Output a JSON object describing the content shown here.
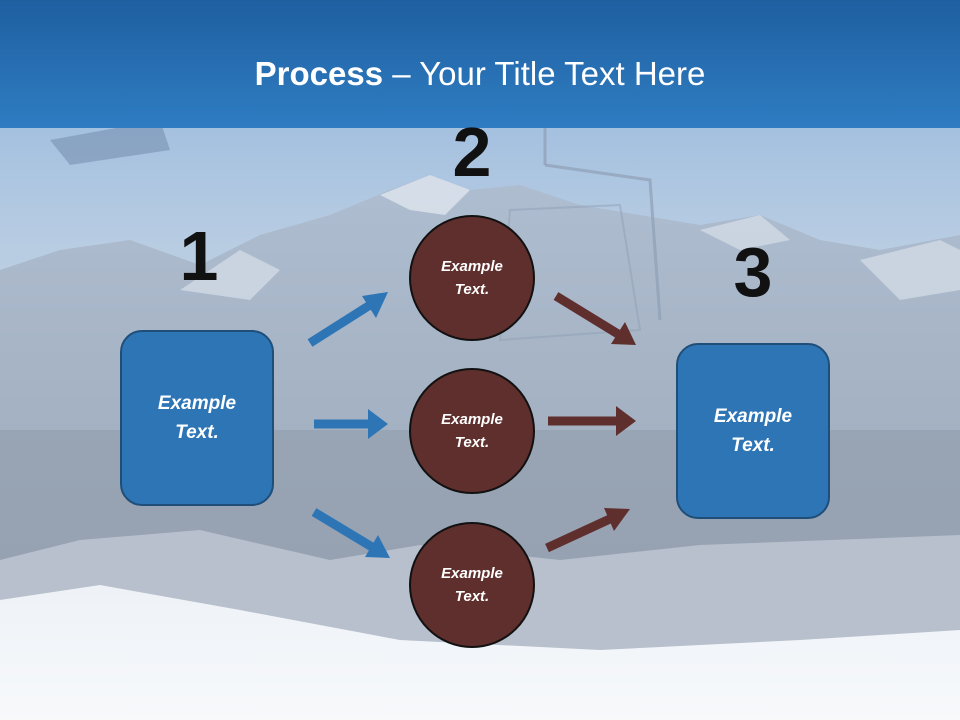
{
  "title": {
    "bold": "Process",
    "rest": " – Your Title Text Here"
  },
  "steps": {
    "one": {
      "number": "1",
      "text": "Example Text."
    },
    "two": {
      "number": "2",
      "items": [
        "Example Text.",
        "Example Text.",
        "Example Text."
      ]
    },
    "three": {
      "number": "3",
      "text": "Example Text."
    }
  },
  "colors": {
    "title_bar": "#2a74b8",
    "box": "#2e75b6",
    "circle": "#5f2f2d",
    "arrow_blue": "#2e75b6",
    "arrow_brown": "#5f2f2d"
  }
}
